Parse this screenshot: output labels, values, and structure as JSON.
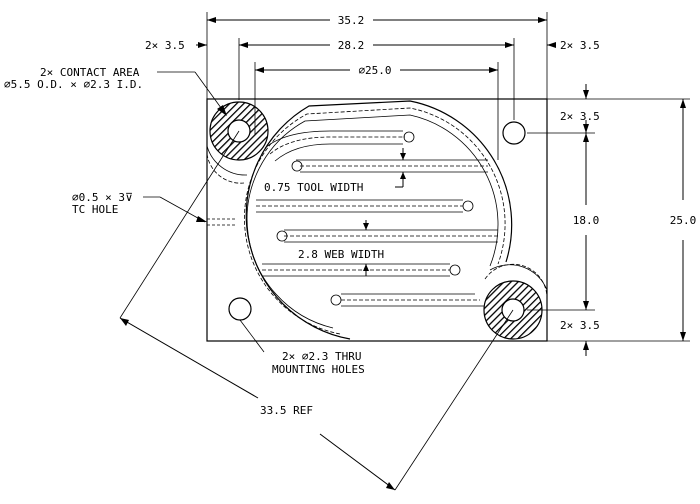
{
  "dimensions": {
    "overall_width": "35.2",
    "hole_spacing": "28.2",
    "left_edge_offset": "2× 3.5",
    "right_edge_offset": "2× 3.5",
    "disc_diameter": "⌀25.0",
    "upper_right_offset": "2× 3.5",
    "lower_right_offset": "2× 3.5",
    "vertical_spacing": "18.0",
    "overall_height": "25.0",
    "diagonal_ref": "33.5 REF"
  },
  "callouts": {
    "contact_area_line1": "2× CONTACT AREA",
    "contact_area_line2": "⌀5.5 O.D. × ⌀2.3 I.D.",
    "tc_hole_line1": "⌀0.5 × 3⊽",
    "tc_hole_line2": "TC HOLE",
    "tool_width": "0.75 TOOL WIDTH",
    "web_width": "2.8 WEB WIDTH",
    "mounting_line1": "2× ⌀2.3 THRU",
    "mounting_line2": "MOUNTING HOLES"
  }
}
